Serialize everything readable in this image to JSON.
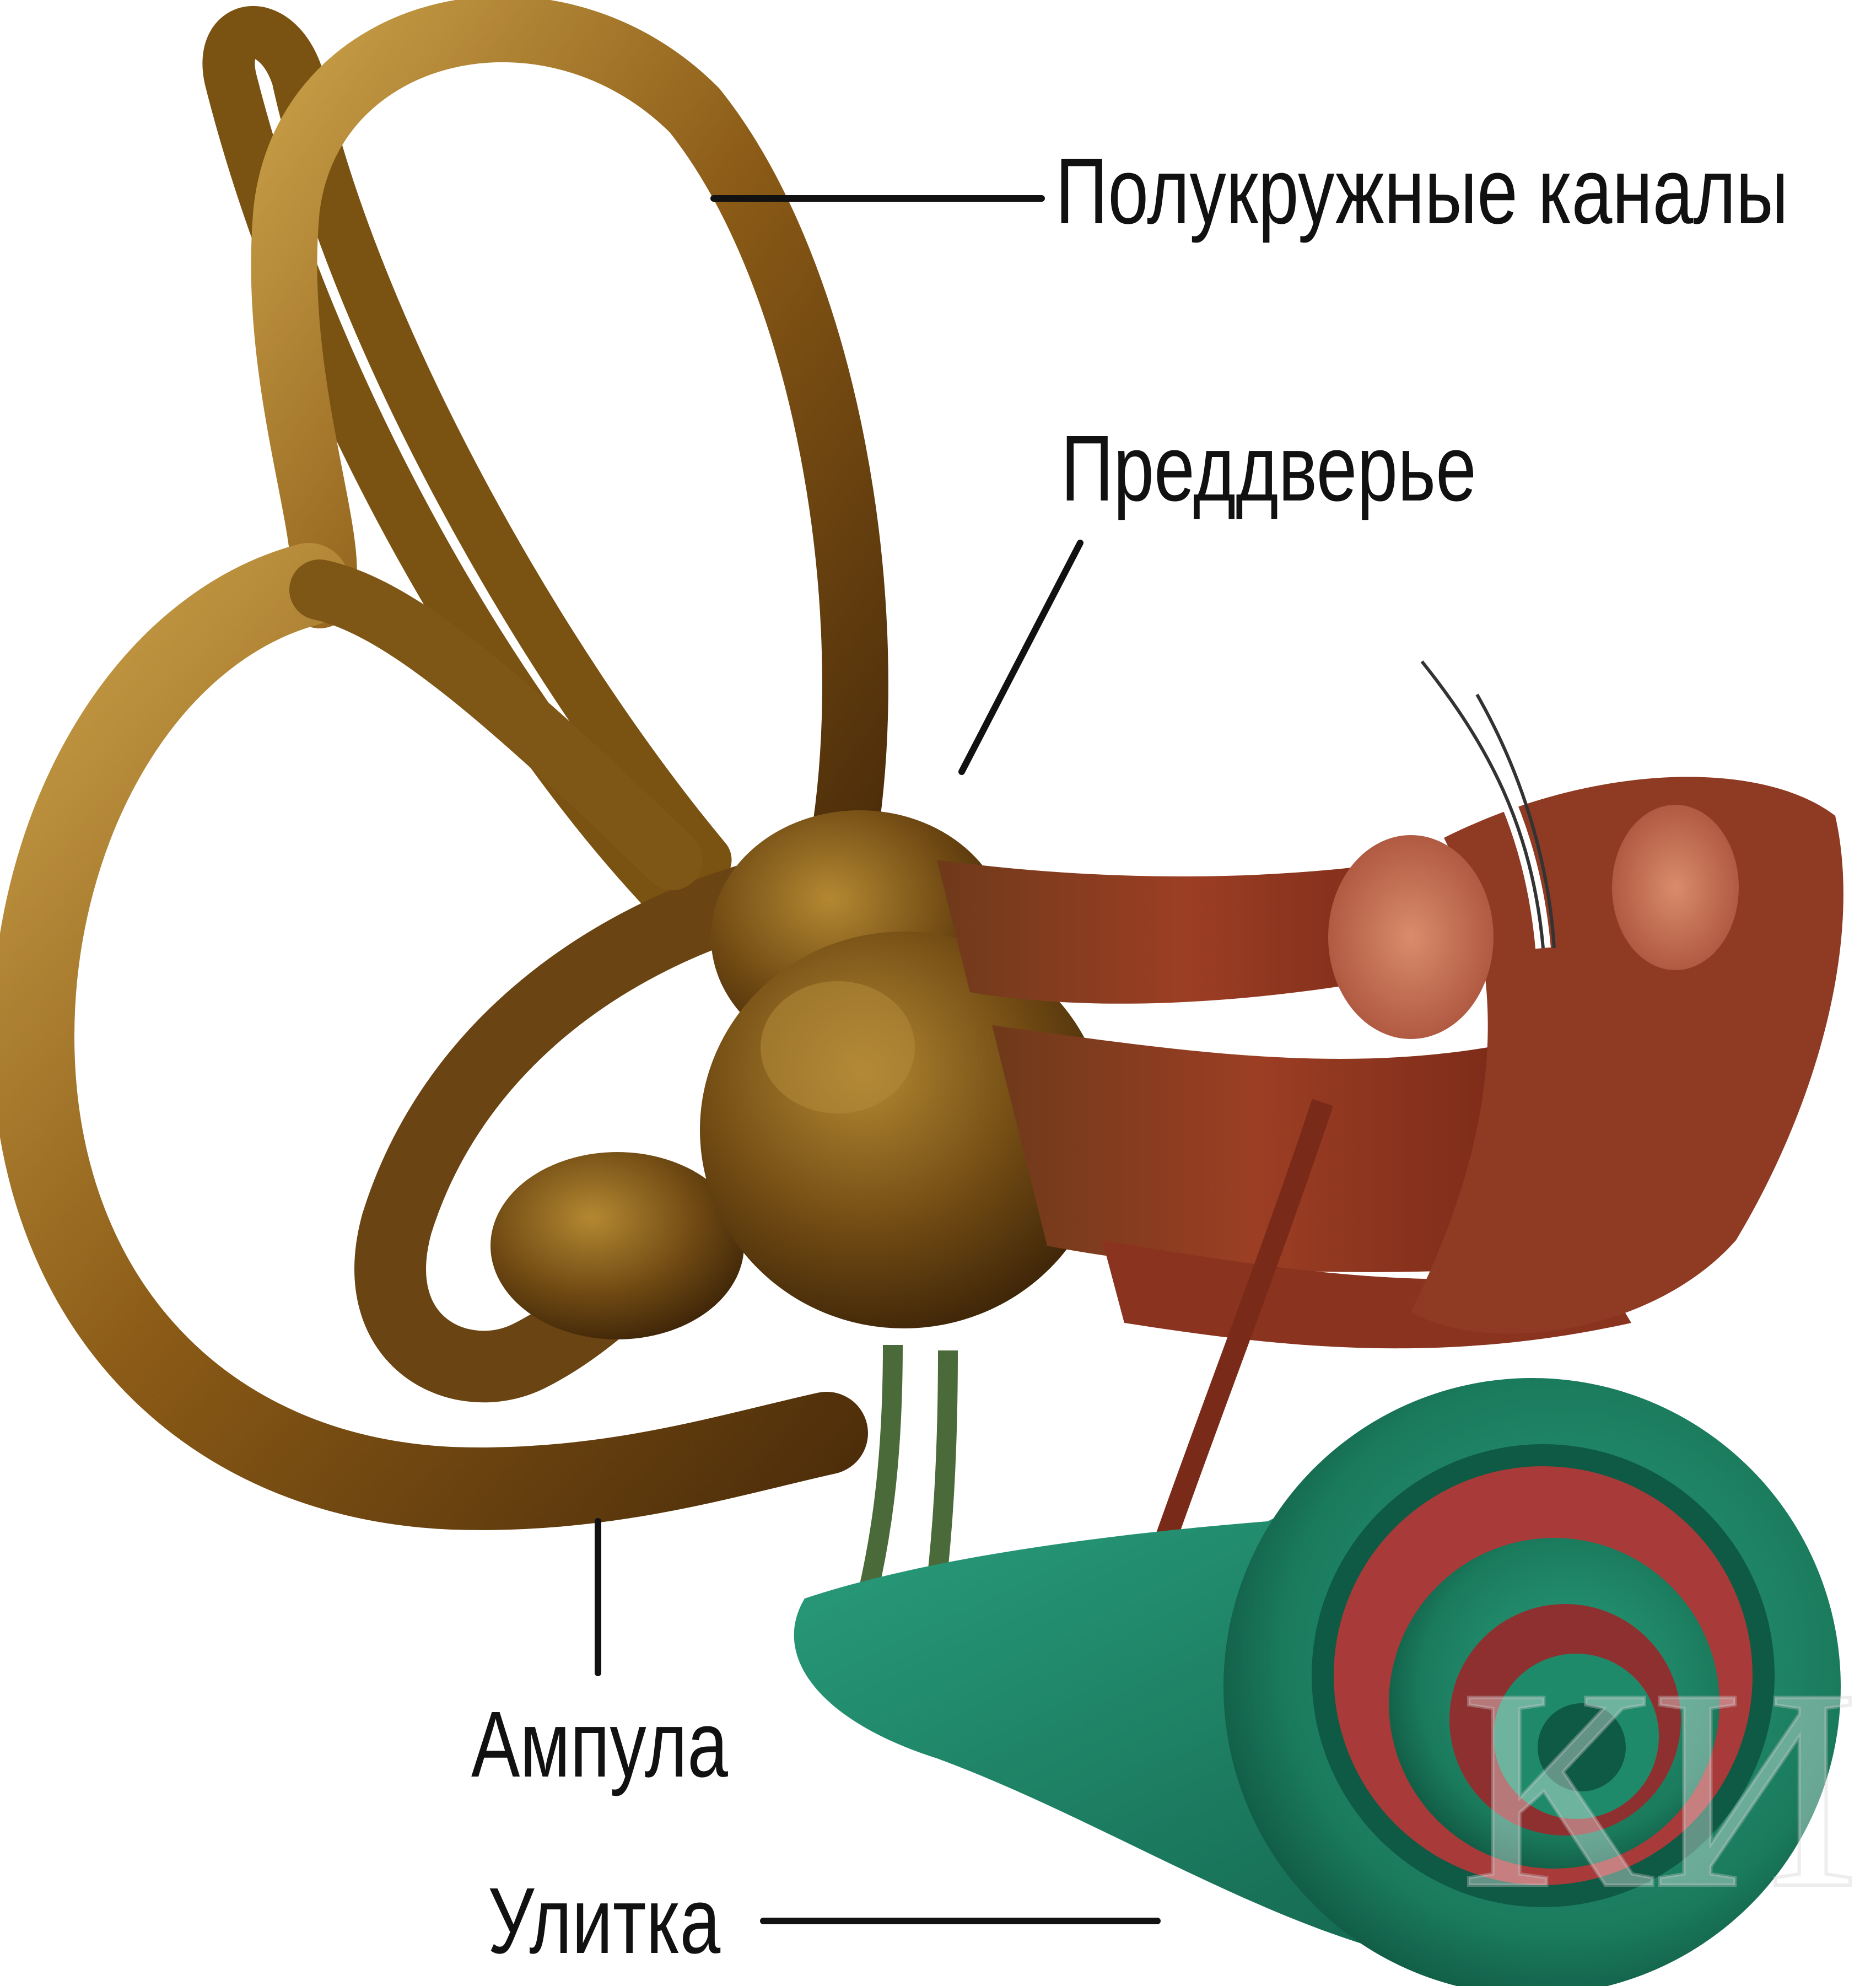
{
  "diagram": {
    "labels": {
      "semicircular_canals": "Полукружные каналы",
      "vestibule": "Преддверье",
      "ampulla": "Ампула",
      "cochlea": "Улитка"
    },
    "watermark": "КИ",
    "colors": {
      "bone": "#8a5a16",
      "bone_highlight": "#c9a049",
      "nerve": "#8f3a22",
      "nerve_highlight": "#c86a4a",
      "cochlea": "#1f8a6a",
      "cochlea_dark": "#0f5a44",
      "cochlea_inner": "#a83a3a",
      "leader_line": "#111111"
    }
  }
}
